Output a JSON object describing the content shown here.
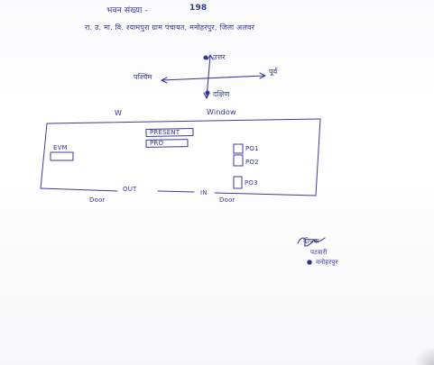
{
  "header": {
    "line1_left": "भवन संख्या -",
    "line1_number": "198",
    "line2": "रा. उ. मा. वि. श्यामपुरा ग्राम पंचायत, मनोहरपुर, जिला अलवर"
  },
  "compass": {
    "north": "उत्तर",
    "south": "दक्षिण",
    "east": "पूर्व",
    "west": "पश्चिम"
  },
  "room": {
    "top_left_label": "W",
    "window_label": "Window",
    "bench1_label": "PRESENT",
    "bench2_label": "PRO",
    "evm_label": "EVM",
    "po_labels": [
      "PO1",
      "PO2",
      "PO3"
    ],
    "door_in_label": "IN",
    "door_out_label": "OUT",
    "door_left_label": "Door",
    "door_right_label": "Door"
  },
  "signature": {
    "sign": "दीपक",
    "designation": "पटवारी",
    "place": "मनोहरपुर"
  },
  "colors": {
    "ink": "#3a3c9e",
    "paper": "#ffffff"
  }
}
